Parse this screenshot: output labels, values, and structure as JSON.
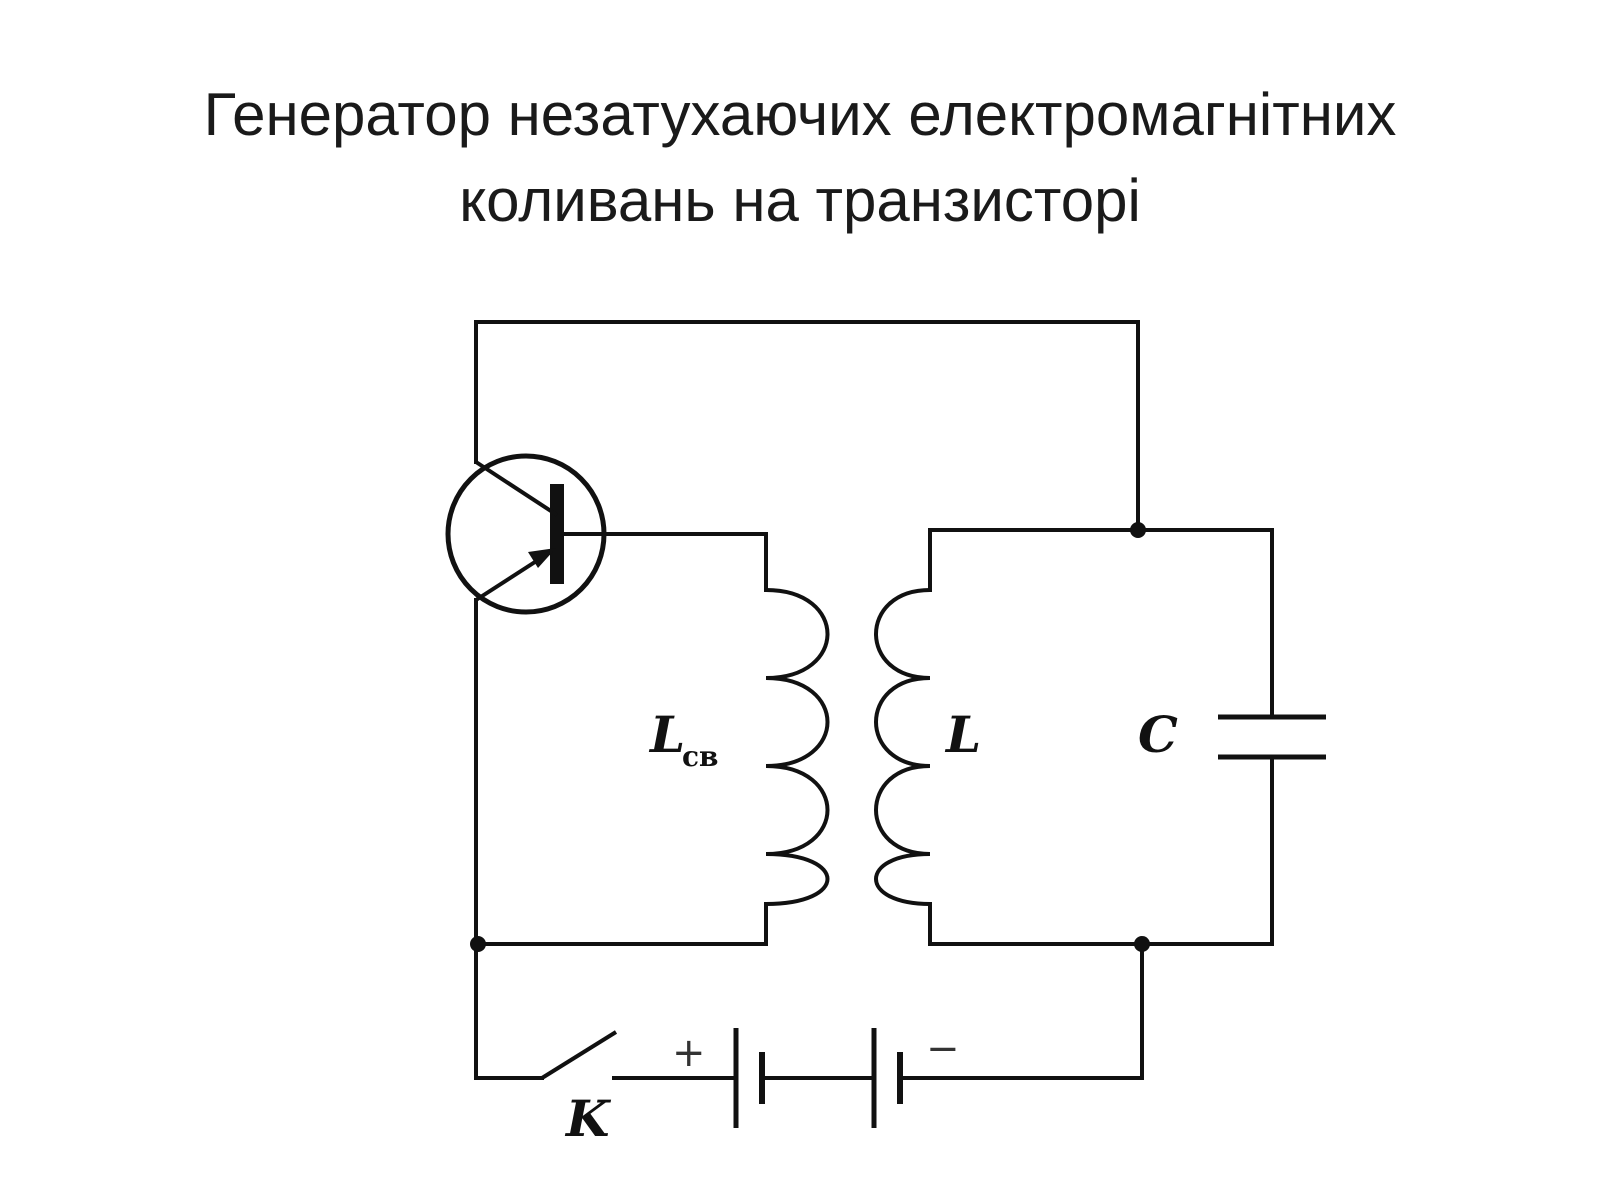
{
  "slide": {
    "title_line1": "Генератор незатухаючих електромагнітних",
    "title_line2": "коливань на транзисторі"
  },
  "diagram": {
    "labels": {
      "feedback_coil": "L",
      "feedback_coil_sub": "св",
      "coil": "L",
      "capacitor": "C",
      "switch": "K",
      "plus": "+",
      "minus": "−"
    },
    "icons": [
      "transistor-icon",
      "inductor-icon",
      "capacitor-icon",
      "battery-icon",
      "switch-icon"
    ]
  }
}
